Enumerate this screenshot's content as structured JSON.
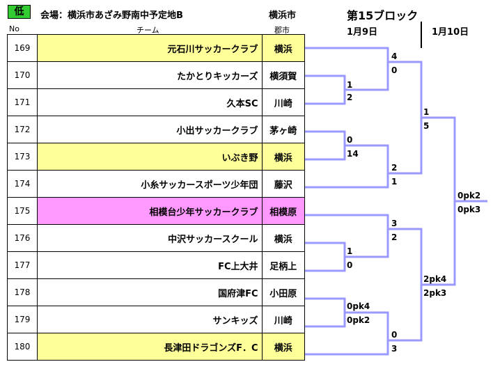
{
  "header": {
    "level": "低",
    "venue": "会場：横浜市あざみ野南中予定地B",
    "city": "横浜市",
    "block_title": "第15ブロック",
    "col_no": "No",
    "col_team": "チーム",
    "col_city": "郡市",
    "date1": "1月9日",
    "date2": "1月10日"
  },
  "colors": {
    "level_badge": "#33cc33",
    "highlight_yellow": "#ffff99",
    "highlight_pink": "#ff99ff",
    "bracket_line": "#9999ff"
  },
  "teams": [
    {
      "no": "169",
      "name": "元石川サッカークラブ",
      "city": "横浜",
      "highlight": "yellow"
    },
    {
      "no": "170",
      "name": "たかとりキッカーズ",
      "city": "横須賀",
      "highlight": ""
    },
    {
      "no": "171",
      "name": "久本SC",
      "city": "川崎",
      "highlight": ""
    },
    {
      "no": "172",
      "name": "小出サッカークラブ",
      "city": "茅ヶ崎",
      "highlight": ""
    },
    {
      "no": "173",
      "name": "いぶき野",
      "city": "横浜",
      "highlight": "yellow"
    },
    {
      "no": "174",
      "name": "小糸サッカースポーツ少年団",
      "city": "藤沢",
      "highlight": ""
    },
    {
      "no": "175",
      "name": "相模台少年サッカークラブ",
      "city": "相模原",
      "highlight": "pink"
    },
    {
      "no": "176",
      "name": "中沢サッカースクール",
      "city": "横浜",
      "highlight": ""
    },
    {
      "no": "177",
      "name": "FC上大井",
      "city": "足柄上",
      "highlight": ""
    },
    {
      "no": "178",
      "name": "国府津FC",
      "city": "小田原",
      "highlight": ""
    },
    {
      "no": "179",
      "name": "サンキッズ",
      "city": "川崎",
      "highlight": ""
    },
    {
      "no": "180",
      "name": "長津田ドラゴンズF．C",
      "city": "横浜",
      "highlight": "yellow"
    }
  ],
  "scores": {
    "r1_170_171_top": "1",
    "r1_170_171_bot": "2",
    "r1_172_173_top": "0",
    "r1_172_173_bot": "14",
    "r1_176_177_top": "1",
    "r1_176_177_bot": "0",
    "r1_178_179_top": "0pk4",
    "r1_178_179_bot": "0pk2",
    "r2_a_top": "4",
    "r2_a_bot": "0",
    "r2_b_top": "2",
    "r2_b_bot": "1",
    "r2_c_top": "3",
    "r2_c_bot": "2",
    "r2_d_top": "0",
    "r2_d_bot": "3",
    "sf_top_top": "1",
    "sf_top_bot": "5",
    "sf_bot_top": "2pk4",
    "sf_bot_bot": "2pk3",
    "final_top": "0pk2",
    "final_bot": "0pk3"
  }
}
